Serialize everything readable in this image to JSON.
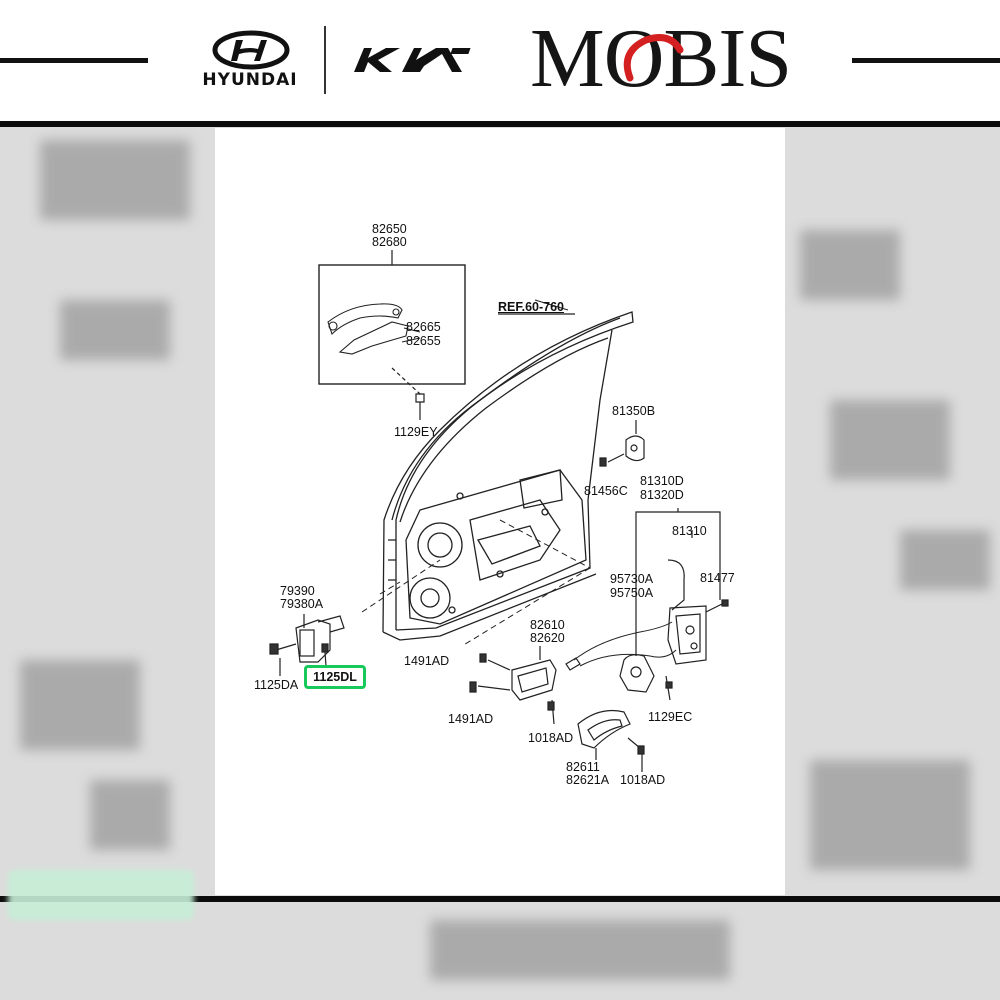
{
  "header": {
    "brand_hyundai": "HYUNDAI",
    "brand_kia": "KIA",
    "brand_mobis": "MOBIS",
    "colors": {
      "mobis_red": "#d42020",
      "highlight_green": "#17c95a",
      "rule_black": "#111111"
    }
  },
  "diagram": {
    "labels": {
      "handle_set_a": "82650",
      "handle_set_b": "82680",
      "handle_part_a": "82665",
      "handle_part_b": "82655",
      "screw_ey": "1129EY",
      "ref": "REF.60-760",
      "striker": "81350B",
      "striker_screw": "81456C",
      "latch_set_a": "81310D",
      "latch_set_b": "81320D",
      "latch": "81310",
      "actuator_a": "95730A",
      "actuator_b": "95750A",
      "latch_screw": "81477",
      "hinge_a": "79390",
      "hinge_b": "79380A",
      "bolt_da": "1125DA",
      "bolt_dl": "1125DL",
      "grommet_1": "1491AD",
      "grommet_2": "1491AD",
      "inner_handle_a": "82610",
      "inner_handle_b": "82620",
      "screw_1018_1": "1018AD",
      "screw_1018_2": "1018AD",
      "screw_ec": "1129EC",
      "bezel_a": "82611",
      "bezel_b": "82621A"
    }
  }
}
